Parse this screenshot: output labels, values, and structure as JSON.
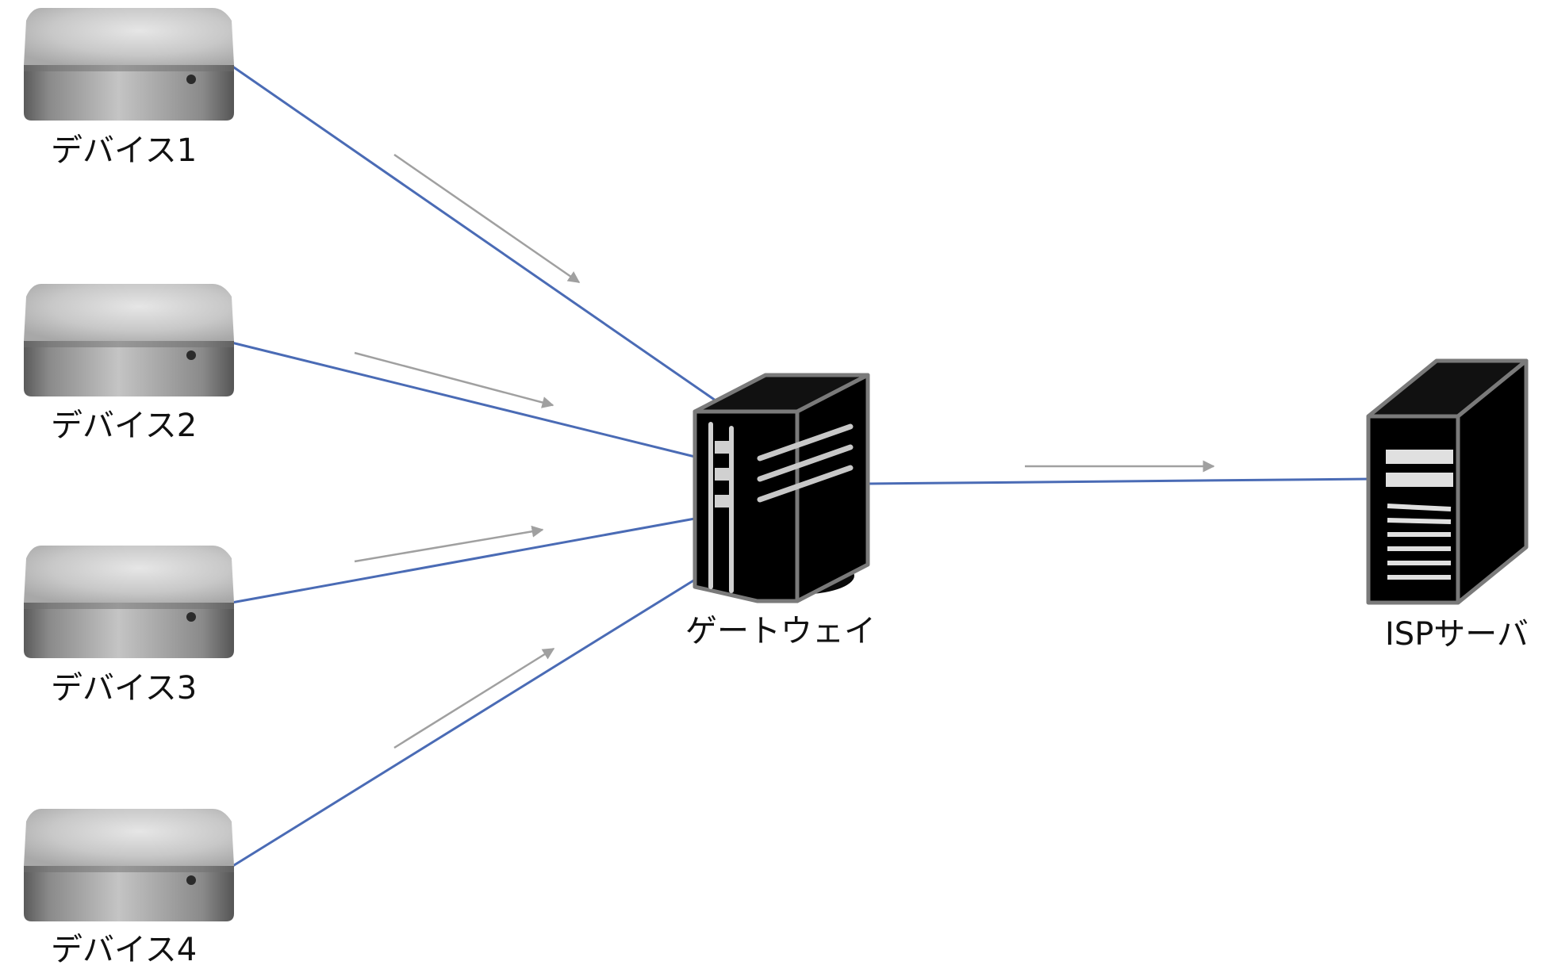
{
  "devices": [
    {
      "label": "デバイス1"
    },
    {
      "label": "デバイス2"
    },
    {
      "label": "デバイス3"
    },
    {
      "label": "デバイス4"
    }
  ],
  "gateway": {
    "label": "ゲートウェイ"
  },
  "isp_server": {
    "label": "ISPサーバ"
  },
  "colors": {
    "link": "#4a6bb5",
    "flow_arrow": "#a0a0a0",
    "device_body": "#b8b8b8",
    "server_body": "#000000"
  }
}
